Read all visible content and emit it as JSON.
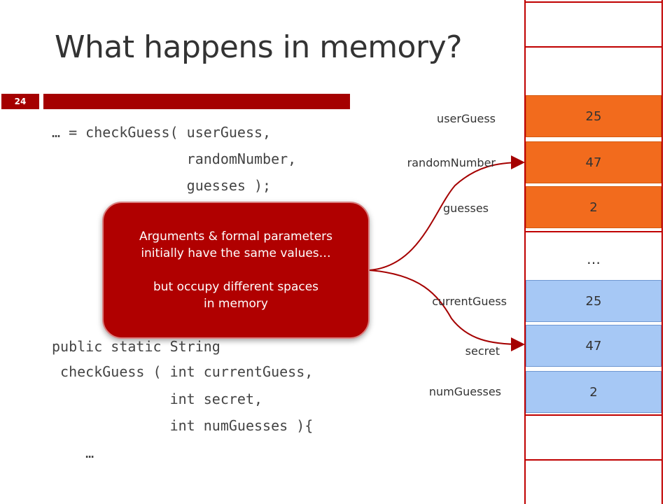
{
  "slide": {
    "title": "What happens in memory?",
    "number": "24"
  },
  "code_call": [
    "… = checkGuess( userGuess,",
    "                randomNumber,",
    "                guesses );"
  ],
  "code_decl": [
    "public static String",
    " checkGuess ( int currentGuess,",
    "              int secret,",
    "              int numGuesses ){",
    "    …"
  ],
  "callout": {
    "line1": "Arguments & formal parameters",
    "line2": "initially have the same values…",
    "line3": "but occupy different spaces",
    "line4": "in memory"
  },
  "memory": {
    "labels": [
      "userGuess",
      "randomNumber",
      "guesses",
      "currentGuess",
      "secret",
      "numGuesses"
    ],
    "values": [
      "25",
      "47",
      "2",
      "…",
      "25",
      "47",
      "2"
    ]
  },
  "colors": {
    "accent": "#a50000",
    "callout": "#b00000",
    "orange_cell": "#f26b1d",
    "blue_cell": "#a6c8f5",
    "memory_border": "#c00000"
  }
}
